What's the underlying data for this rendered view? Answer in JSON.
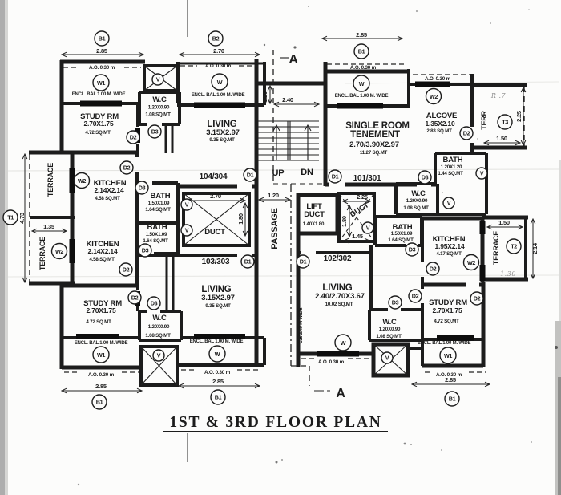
{
  "document": {
    "title": "1ST & 3RD FLOOR PLAN"
  },
  "units": {
    "u104": "104/304",
    "u101": "101/301",
    "u103": "103/303",
    "u102": "102/302"
  },
  "rooms": {
    "study": {
      "name": "STUDY RM",
      "size": "2.70X1.75",
      "area": "4.72 SQ.MT"
    },
    "living_a": {
      "name": "LIVING",
      "size": "3.15X2.97",
      "area": "9.35 SQ.MT"
    },
    "living_b": {
      "name": "LIVING",
      "size": "2.40/2.70X3.67",
      "area": "10.02 SQ.MT"
    },
    "kitchen_a": {
      "name": "KITCHEN",
      "size": "2.14X2.14",
      "area": "4.58 SQ.MT"
    },
    "kitchen_b": {
      "name": "KITCHEN",
      "size": "1.95X2.14",
      "area": "4.17 SQ.MT"
    },
    "wc": {
      "name": "W.C",
      "size": "1.20X0.90",
      "area": "1.08 SQ.MT"
    },
    "bath_a": {
      "name": "BATH",
      "size": "1.50X1.09",
      "area": "1.64 SQ.MT"
    },
    "bath_b": {
      "name": "BATH",
      "size": "1.20X1.20",
      "area": "1.44 SQ.MT"
    },
    "single_room": {
      "name_line1": "SINGLE ROOM",
      "name_line2": "TENEMENT",
      "size": "2.70/3.90X2.97",
      "area": "11.27 SQ.MT"
    },
    "alcove": {
      "name": "ALCOVE",
      "size": "1.35X2.10",
      "area": "2.83 SQ.MT"
    },
    "lift_duct": {
      "name_line1": "LIFT",
      "name_line2": "DUCT",
      "size": "1.40X1.80"
    },
    "duct": "DUCT",
    "passage": "PASSAGE",
    "terrace": "TERRACE",
    "terr": "TERR",
    "encl_bal": "ENCL. BAL 1.00 M. WIDE",
    "common_balcony": "C.B 2.40 M WIDE",
    "projection": "A.O. 0.30 m",
    "up": "UP",
    "dn": "DN"
  },
  "markers": {
    "b1": "B1",
    "b2": "B2",
    "w": "W",
    "w1": "W1",
    "w2": "W2",
    "d1": "D1",
    "d2": "D2",
    "d3": "D3",
    "v": "V",
    "t1": "T1",
    "t2": "T2",
    "t3": "T3"
  },
  "section": {
    "label": "A"
  },
  "dimensions": {
    "d285": "2.85",
    "d270": "2.70",
    "d240": "2.40",
    "d120": "1.20",
    "d135": "1.35",
    "d473": "4.73",
    "d180": "1.80",
    "d225": "2.25",
    "d145": "1.45",
    "d150": "1.50",
    "d214": "2.14"
  },
  "annotations": {
    "pencil_top": "R .7",
    "pencil_right": "1.30"
  }
}
